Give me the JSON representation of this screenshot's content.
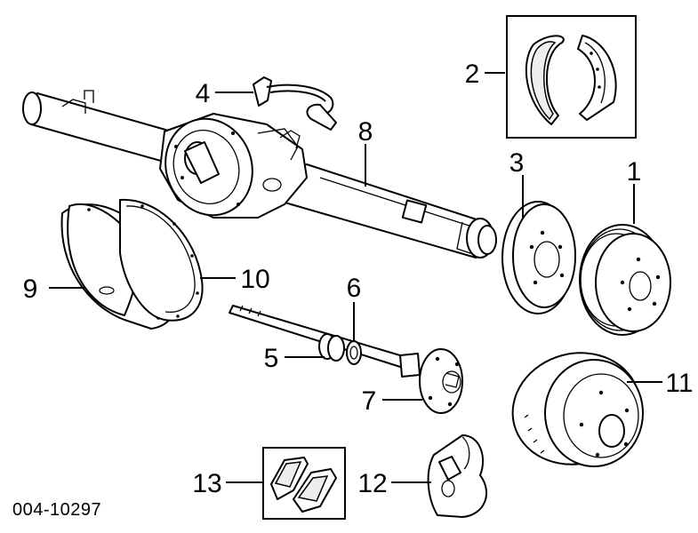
{
  "drawing_code": "004-10297",
  "callouts": [
    {
      "id": "1",
      "label": "1",
      "part": "brake-drum"
    },
    {
      "id": "2",
      "label": "2",
      "part": "brake-shoes"
    },
    {
      "id": "3",
      "label": "3",
      "part": "backing-plate"
    },
    {
      "id": "4",
      "label": "4",
      "part": "vent-hose"
    },
    {
      "id": "5",
      "label": "5",
      "part": "axle-bearing"
    },
    {
      "id": "6",
      "label": "6",
      "part": "axle-seal"
    },
    {
      "id": "7",
      "label": "7",
      "part": "axle-shaft"
    },
    {
      "id": "8",
      "label": "8",
      "part": "axle-housing"
    },
    {
      "id": "9",
      "label": "9",
      "part": "differential-cover"
    },
    {
      "id": "10",
      "label": "10",
      "part": "cover-gasket"
    },
    {
      "id": "11",
      "label": "11",
      "part": "brake-rotor"
    },
    {
      "id": "12",
      "label": "12",
      "part": "brake-caliper"
    },
    {
      "id": "13",
      "label": "13",
      "part": "brake-pads"
    }
  ]
}
